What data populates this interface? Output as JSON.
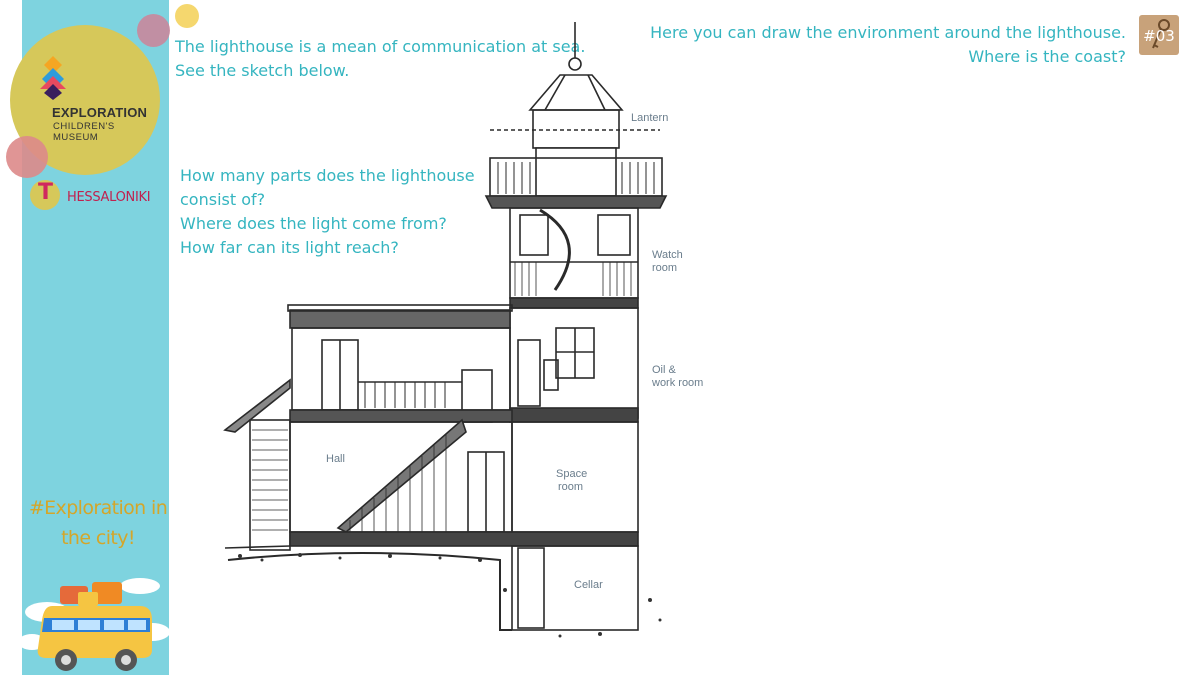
{
  "brand": {
    "title": "EXPLORATION",
    "subtitle_line1": "CHILDREN'S",
    "subtitle_line2": "MUSEUM",
    "city_initial": "T",
    "city_rest": "HESSALONIKI"
  },
  "hashtag": {
    "line1": "#Exploration in",
    "line2": "the city!"
  },
  "intro": {
    "line1": "The lighthouse is a mean of communication at sea.",
    "line2": "See the sketch below."
  },
  "questions": [
    "How many parts does the lighthouse",
    "consist of?",
    "Where does the light come from?",
    "How far can its light reach?"
  ],
  "prompt": {
    "line1": "Here you can draw the environment around the lighthouse.",
    "line2": "Where is the coast?"
  },
  "badge": {
    "label": "#03",
    "icon": "key-icon"
  },
  "sketch_labels": {
    "lantern": "Lantern",
    "watch_1": "Watch",
    "watch_2": "room",
    "oil_1": "Oil &",
    "oil_2": "work room",
    "hall": "Hall",
    "space_1": "Space",
    "space_2": "room",
    "cellar": "Cellar"
  },
  "colors": {
    "sidebar": "#7ed3df",
    "heading": "#35b5c0",
    "logo_circle": "#d6c85a",
    "pink": "#d78a9e",
    "yellow": "#f5d76e",
    "hashtag": "#d4a62a"
  }
}
